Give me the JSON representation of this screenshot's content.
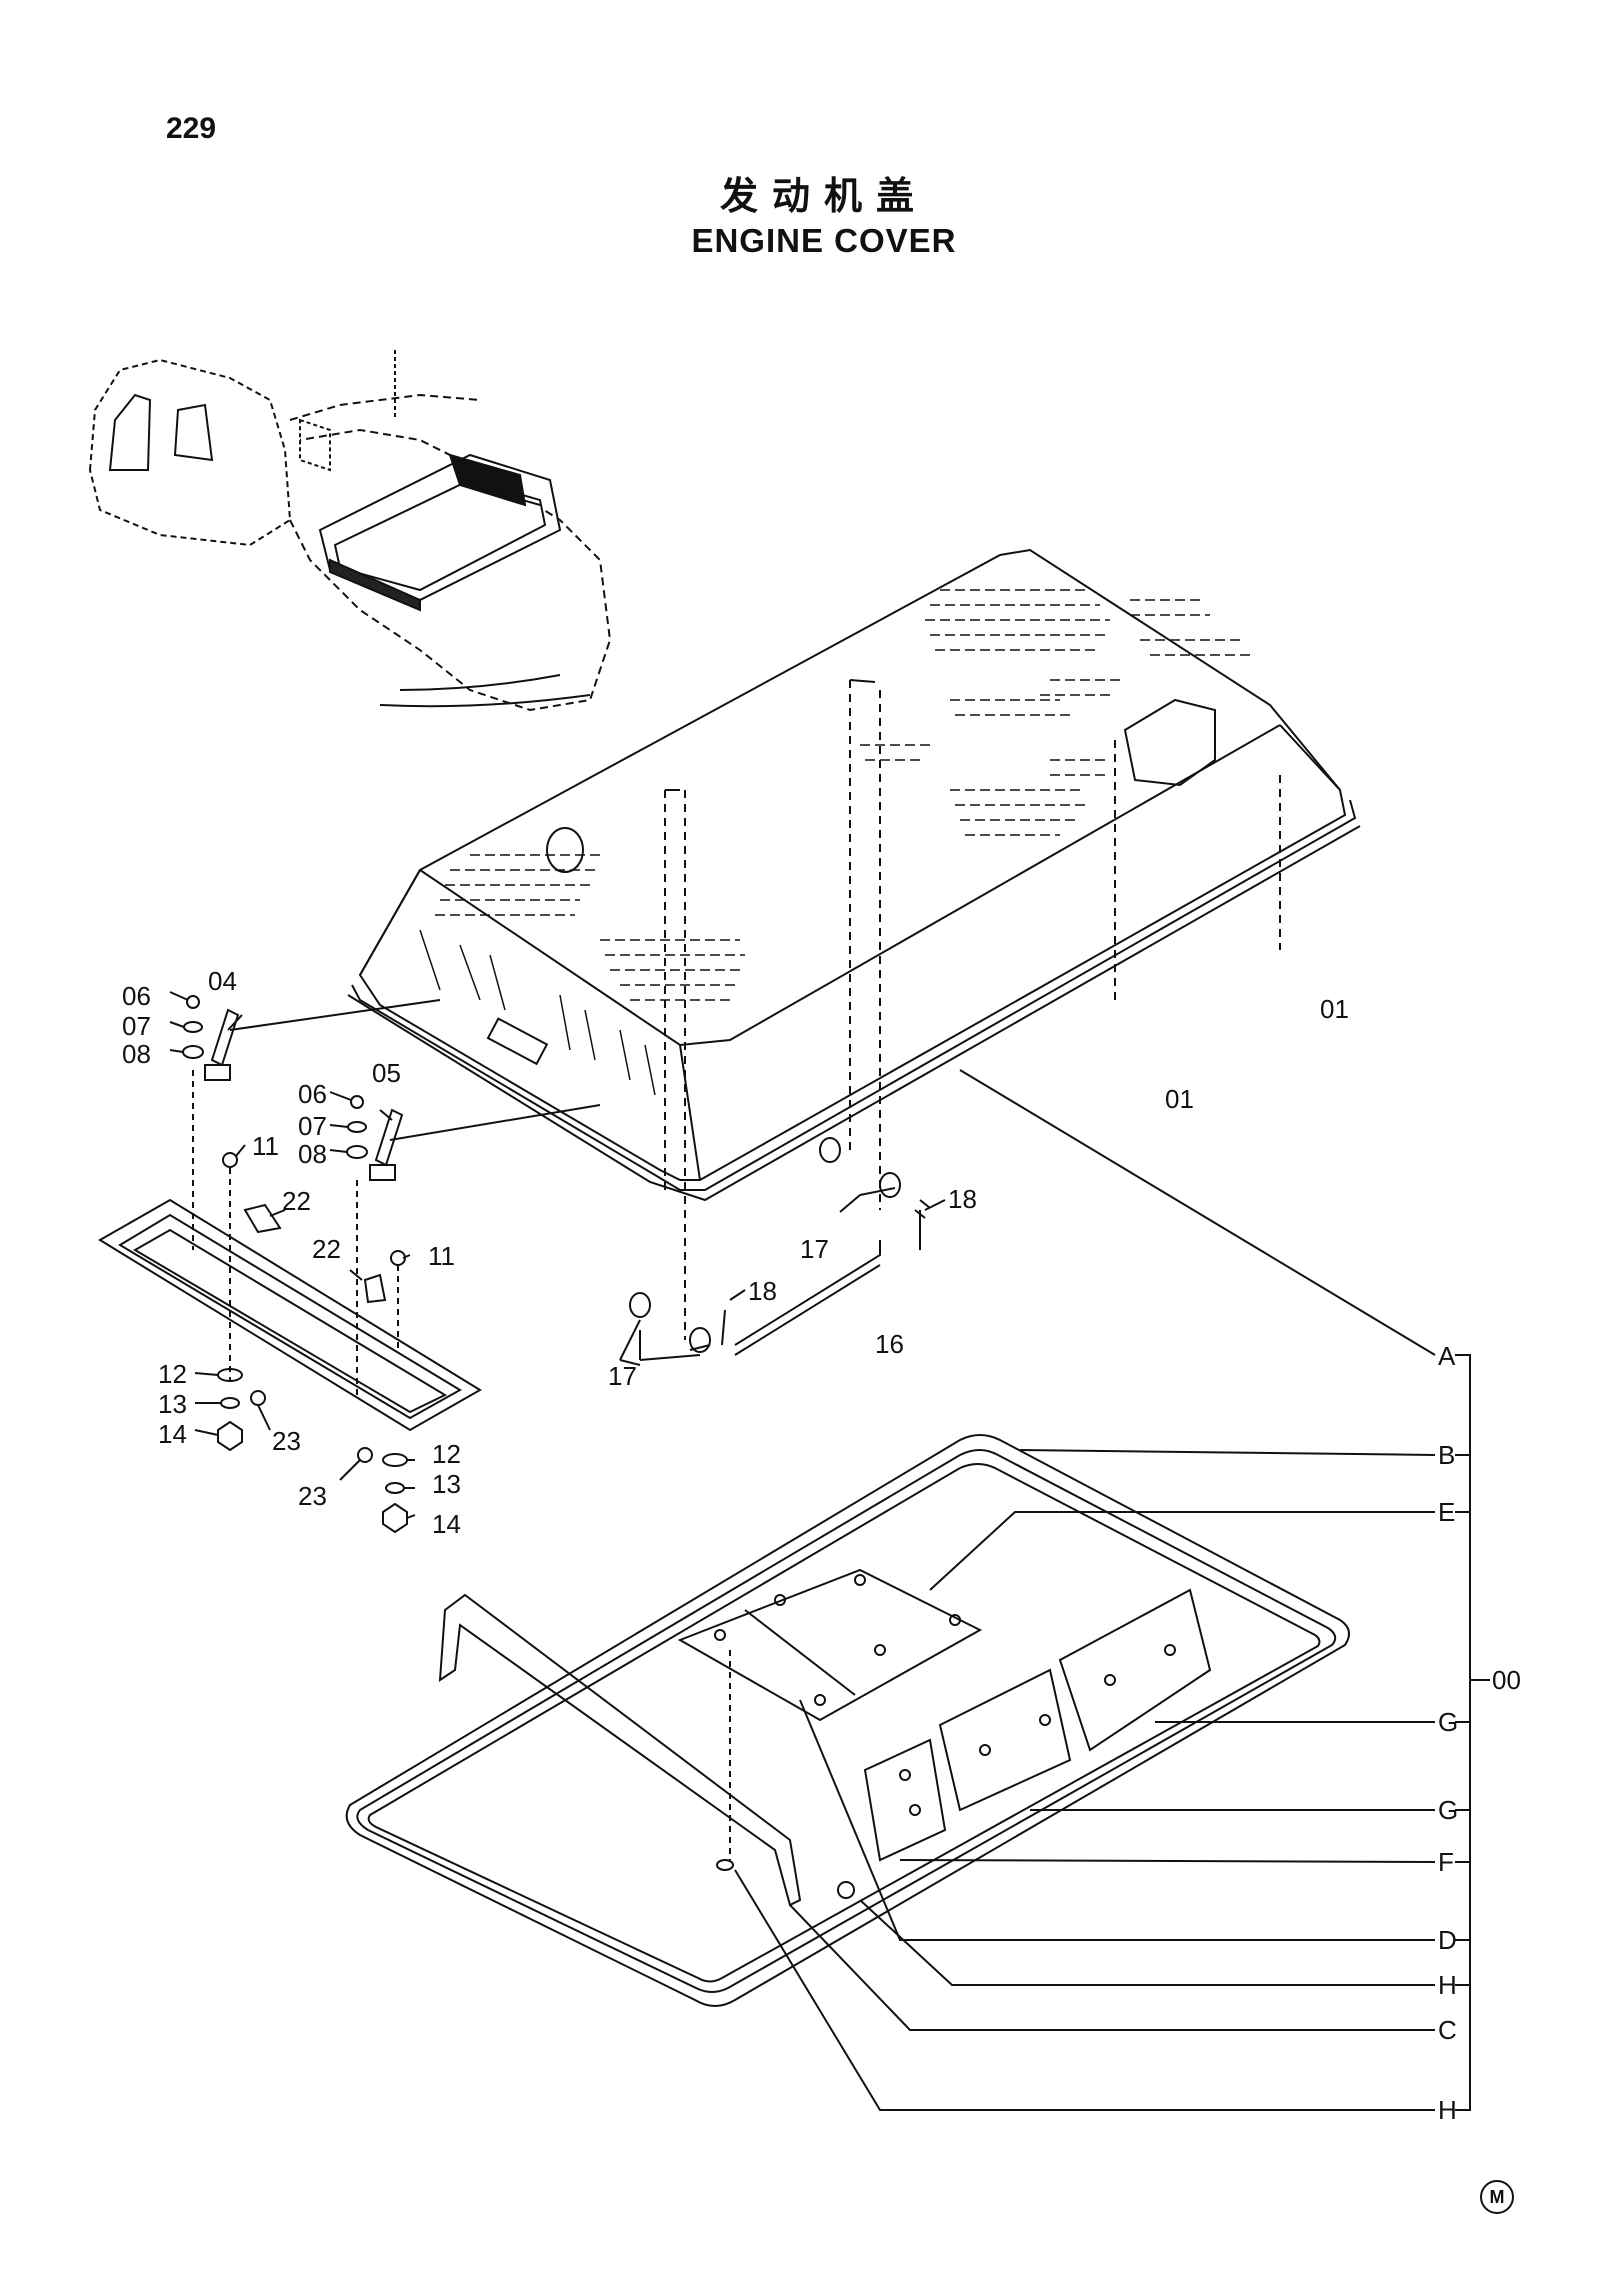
{
  "page_number": "229",
  "title_cn": "发动机盖",
  "title_en": "ENGINE COVER",
  "maker_mark": "M",
  "callouts": [
    {
      "id": "c-01a",
      "text": "01"
    },
    {
      "id": "c-01b",
      "text": "01"
    },
    {
      "id": "c-04",
      "text": "04"
    },
    {
      "id": "c-05",
      "text": "05"
    },
    {
      "id": "c-06a",
      "text": "06"
    },
    {
      "id": "c-06b",
      "text": "06"
    },
    {
      "id": "c-07a",
      "text": "07"
    },
    {
      "id": "c-07b",
      "text": "07"
    },
    {
      "id": "c-08a",
      "text": "08"
    },
    {
      "id": "c-08b",
      "text": "08"
    },
    {
      "id": "c-11a",
      "text": "11"
    },
    {
      "id": "c-11b",
      "text": "11"
    },
    {
      "id": "c-12a",
      "text": "12"
    },
    {
      "id": "c-12b",
      "text": "12"
    },
    {
      "id": "c-13a",
      "text": "13"
    },
    {
      "id": "c-13b",
      "text": "13"
    },
    {
      "id": "c-14a",
      "text": "14"
    },
    {
      "id": "c-14b",
      "text": "14"
    },
    {
      "id": "c-16",
      "text": "16"
    },
    {
      "id": "c-17a",
      "text": "17"
    },
    {
      "id": "c-17b",
      "text": "17"
    },
    {
      "id": "c-18a",
      "text": "18"
    },
    {
      "id": "c-18b",
      "text": "18"
    },
    {
      "id": "c-22a",
      "text": "22"
    },
    {
      "id": "c-22b",
      "text": "22"
    },
    {
      "id": "c-23a",
      "text": "23"
    },
    {
      "id": "c-23b",
      "text": "23"
    }
  ],
  "assembly_letters": [
    "A",
    "B",
    "E",
    "G",
    "G",
    "F",
    "D",
    "H",
    "C",
    "H"
  ],
  "assembly_label": "00"
}
